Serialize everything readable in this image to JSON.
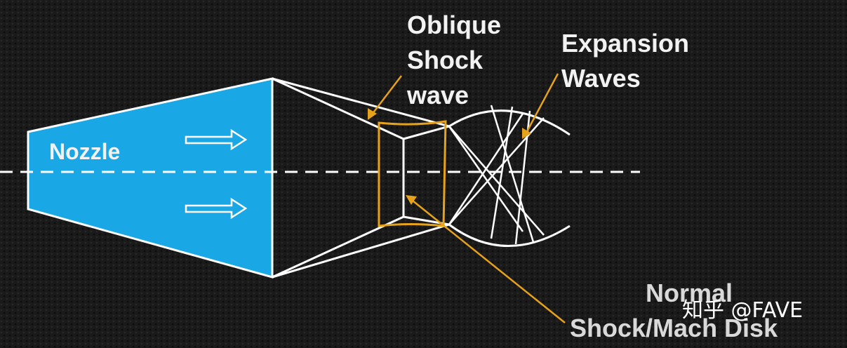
{
  "diagram": {
    "nozzle_label": "Nozzle",
    "oblique_label_line1": "Oblique",
    "oblique_label_line2": "Shock",
    "oblique_label_line3": "wave",
    "expansion_label_line1": "Expansion",
    "expansion_label_line2": "Waves",
    "normal_label_line1": "Normal",
    "normal_label_line2": "Shock/Mach Disk"
  },
  "watermark": "知乎 @FAVE",
  "colors": {
    "nozzle_fill": "#1aa7e6",
    "line": "#ffffff",
    "highlight": "#e6a21a"
  },
  "icons": [
    "flow-arrow-icon",
    "flow-arrow-icon"
  ]
}
